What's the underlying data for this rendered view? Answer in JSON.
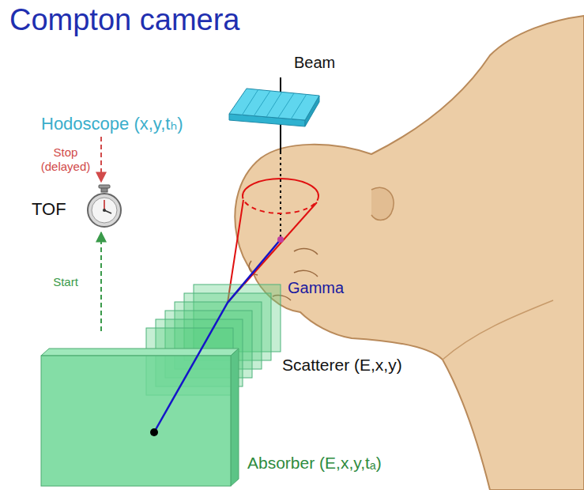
{
  "diagram": {
    "title": "Compton camera",
    "nodes": [
      {
        "text": [
          "Hodoscope (x,y,tₕ)"
        ]
      },
      {
        "text": [
          "TOF"
        ]
      },
      {
        "text": [
          "Scatterer (E,x,y)"
        ]
      },
      {
        "text": [
          "Absorber (E,x,y,tₐ)"
        ]
      }
    ],
    "edges": [
      {
        "from": 0,
        "to": 1,
        "arrow": "to",
        "label": "Stop (delayed)"
      },
      {
        "from": 3,
        "to": 1,
        "arrow": "to",
        "label": "Start"
      }
    ],
    "labels": [
      "Beam",
      "Gamma"
    ]
  }
}
